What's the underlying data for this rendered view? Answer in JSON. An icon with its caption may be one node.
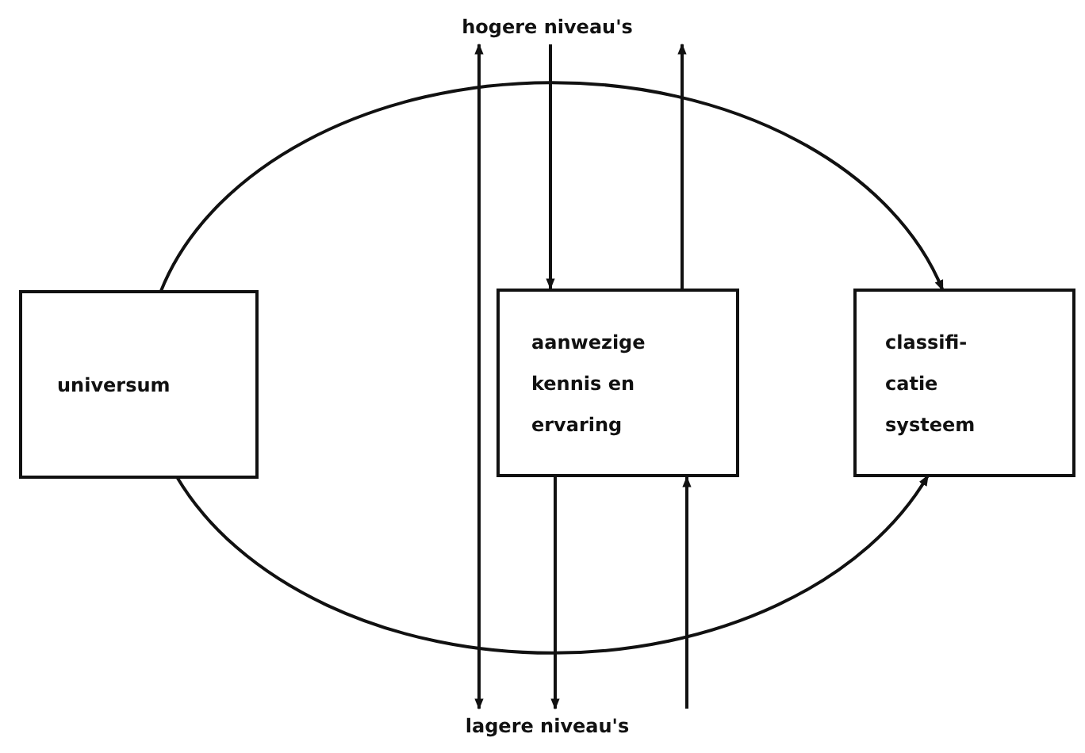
{
  "diagram": {
    "nodes": [
      {
        "text": [
          "hogere niveau's"
        ]
      },
      {
        "text": [
          "universum"
        ]
      },
      {
        "text": [
          "aanwezige kennis en ervaring"
        ]
      },
      {
        "text": [
          "classifi- catie systeem"
        ]
      },
      {
        "text": [
          "lagere niveau's"
        ]
      }
    ],
    "edges": [
      {
        "from": 1,
        "to": 3,
        "arrow": "to"
      },
      {
        "from": 1,
        "to": 3,
        "arrow": "to"
      },
      {
        "from": 0,
        "to": 4,
        "arrow": "both"
      },
      {
        "from": 0,
        "to": 2,
        "arrow": "to"
      },
      {
        "from": 2,
        "to": 0,
        "arrow": "to"
      },
      {
        "from": 2,
        "to": 4,
        "arrow": "to"
      },
      {
        "from": 4,
        "to": 2,
        "arrow": "to"
      }
    ]
  }
}
